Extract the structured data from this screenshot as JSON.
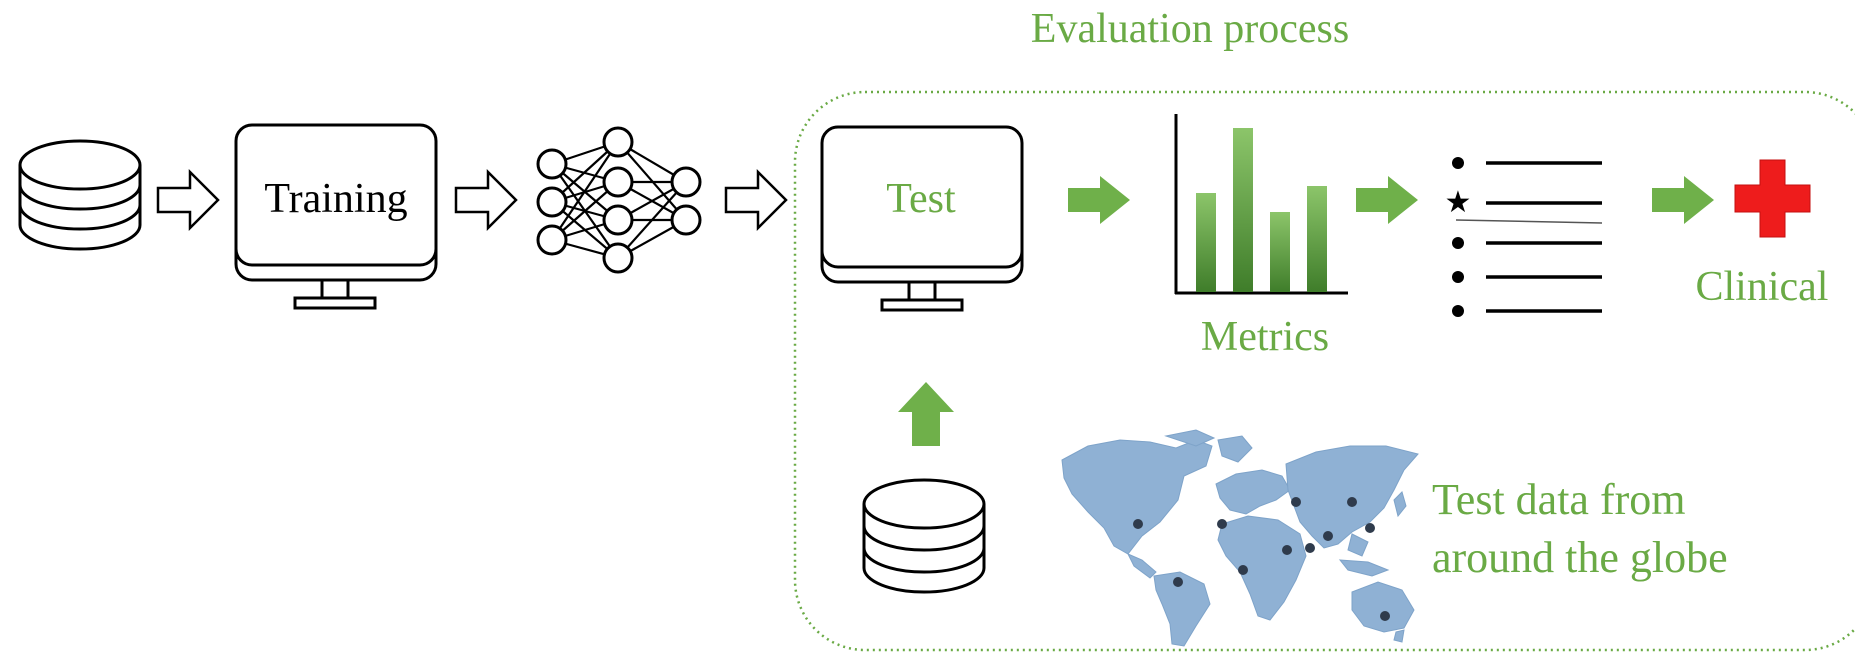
{
  "diagram": {
    "title": "Evaluation process",
    "training_label": "Training",
    "test_label": "Test",
    "metrics_label": "Metrics",
    "clinical_label": "Clinical",
    "globe_caption_line1": "Test data from",
    "globe_caption_line2": "around the globe"
  },
  "colors": {
    "accent_green": "#6aaa45",
    "arrow_green": "#6fb04a",
    "cross_red": "#ee1c1c",
    "map_blue": "#8fb1d4",
    "map_dot": "#2f3b4c"
  },
  "icons": [
    "database-icon",
    "monitor-icon",
    "neural-network-icon",
    "bar-chart-icon",
    "ranked-list-icon",
    "medical-cross-icon",
    "world-map-icon"
  ]
}
